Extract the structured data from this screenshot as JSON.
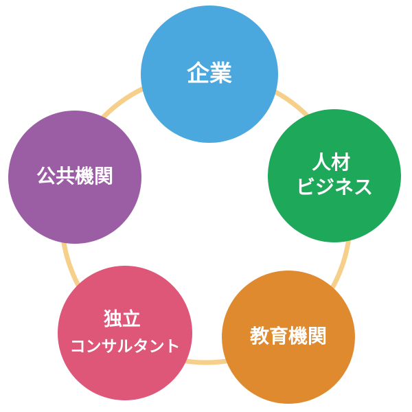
{
  "diagram": {
    "ring_color": "#f6d08a",
    "nodes": [
      {
        "id": "enterprise",
        "lines": [
          "企業"
        ],
        "color": "#4aa8df"
      },
      {
        "id": "hr-business",
        "lines": [
          "人材",
          "ビジネス"
        ],
        "color": "#1ea859"
      },
      {
        "id": "education",
        "lines": [
          "教育機関"
        ],
        "color": "#df8a2f"
      },
      {
        "id": "independent-consultant",
        "lines": [
          "独立",
          "コンサルタント"
        ],
        "color": "#de5678"
      },
      {
        "id": "public-institution",
        "lines": [
          "公共機関"
        ],
        "color": "#9b5da4"
      }
    ]
  }
}
